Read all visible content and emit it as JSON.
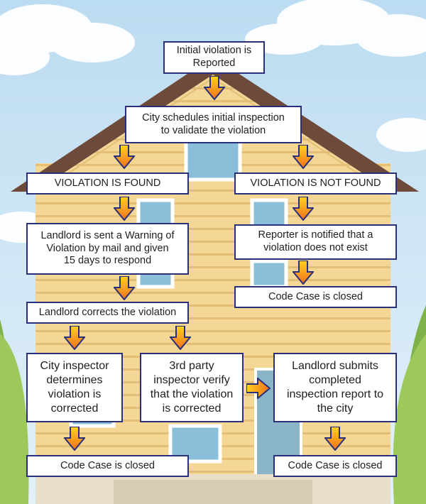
{
  "colors": {
    "sky": "#cfe6f4",
    "house_siding": "#f2d28f",
    "roof": "#6e4a3a",
    "box_border": "#2a2f7a",
    "arrow_top": "#ffd21f",
    "arrow_bottom": "#f0701e"
  },
  "flowchart": {
    "initial_report": "Initial violation is\nReported",
    "schedule_inspection": "City schedules initial inspection\nto validate the violation",
    "violation_found": "VIOLATION IS FOUND",
    "violation_not_found": "VIOLATION IS NOT FOUND",
    "warning_sent": "Landlord is sent a Warning of\nViolation by mail and given\n15 days to respond",
    "reporter_notified": "Reporter is notified that a\nviolation does not exist",
    "closed_not_found": "Code Case is closed",
    "landlord_corrects": "Landlord corrects the violation",
    "city_inspector": "City inspector\ndetermines\nviolation is\ncorrected",
    "third_party": "3rd party\ninspector verify\nthat the violation\nis corrected",
    "landlord_submits": "Landlord submits\ncompleted\ninspection report to\nthe city",
    "closed_left": "Code Case is closed",
    "closed_right": "Code Case is closed"
  }
}
